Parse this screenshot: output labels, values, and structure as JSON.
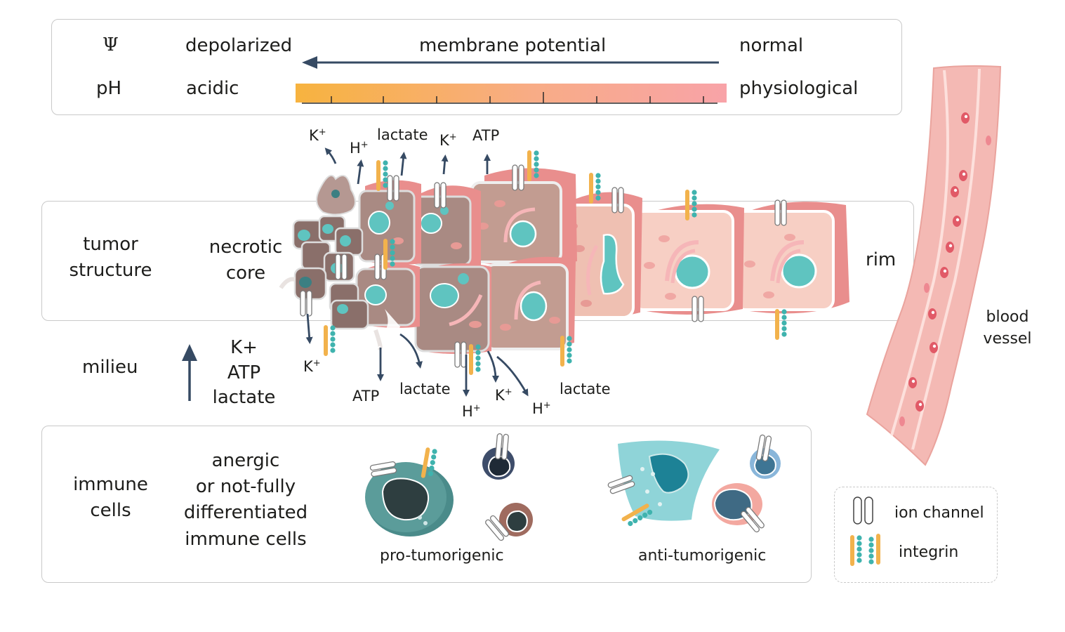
{
  "gradient_panel": {
    "psi_symbol": "Ψ",
    "ph_label": "pH",
    "membrane_potential_low": "depolarized",
    "membrane_potential_title": "membrane potential",
    "membrane_potential_high": "normal",
    "ph_low": "acidic",
    "ph_high": "physiological",
    "colors": {
      "arrow": "#364a63",
      "gradient_start": "#f7b33f",
      "gradient_end": "#f8a3a8"
    }
  },
  "tumor_panel": {
    "structure_label": "tumor\nstructure",
    "core_label": "necrotic\ncore",
    "rim_label": "rim"
  },
  "released_ions": {
    "top": [
      {
        "symbol": "K",
        "charge": "+"
      },
      {
        "symbol": "H",
        "charge": "+"
      },
      {
        "text": "lactate"
      },
      {
        "symbol": "K",
        "charge": "+"
      },
      {
        "text": "ATP"
      }
    ],
    "bottom": [
      {
        "symbol": "K",
        "charge": "+"
      },
      {
        "text": "ATP"
      },
      {
        "text": "lactate"
      },
      {
        "symbol": "H",
        "charge": "+"
      },
      {
        "symbol": "K",
        "charge": "+"
      },
      {
        "symbol": "H",
        "charge": "+"
      },
      {
        "text": "lactate"
      }
    ]
  },
  "milieu": {
    "label": "milieu",
    "components": "K+\nATP\nlactate"
  },
  "immune_panel": {
    "label": "immune\ncells",
    "description": "anergic\nor not-fully\ndifferentiated\nimmune cells",
    "pro_label": "pro-tumorigenic",
    "anti_label": "anti-tumorigenic"
  },
  "blood_vessel": {
    "label": "blood\nvessel"
  },
  "legend": {
    "ion_channel": "ion channel",
    "integrin": "integrin"
  },
  "colors": {
    "nucleus": "#5fc4c0",
    "necrotic_cell": "#a98a83",
    "rim_cell": "#f7cfc4",
    "cell_top": "#e98e8d",
    "vessel": "#f4b9b4",
    "integrin_orange": "#f2b24c",
    "integrin_teal": "#3fb3ae"
  }
}
